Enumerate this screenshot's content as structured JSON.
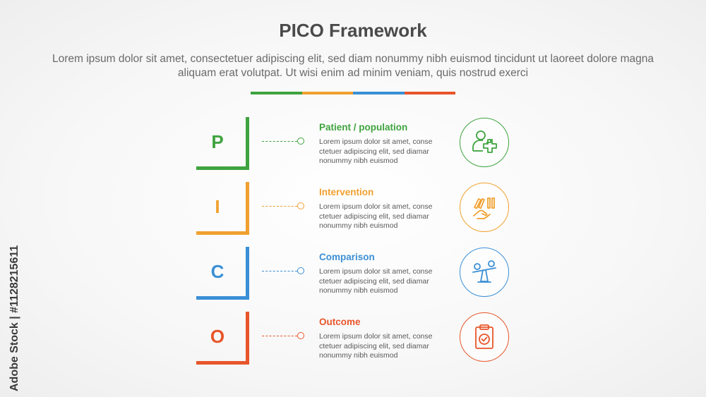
{
  "title": "PICO Framework",
  "subtitle": "Lorem ipsum dolor sit amet, consectetuer adipiscing elit, sed diam nonummy nibh euismod tincidunt ut laoreet dolore magna aliquam erat volutpat. Ut wisi enim ad minim veniam, quis nostrud exerci",
  "accent_colors": [
    "#3fa33f",
    "#f0a030",
    "#3a8fd6",
    "#e8552a"
  ],
  "items": [
    {
      "letter": "P",
      "heading": "Patient / population",
      "description": "Lorem ipsum dolor sit amet, conse ctetuer adipiscing elit, sed diamar nonummy nibh euismod",
      "color": "#3fa33f",
      "icon": "patient-plus-icon"
    },
    {
      "letter": "I",
      "heading": "Intervention",
      "description": "Lorem ipsum dolor sit amet, conse ctetuer adipiscing elit, sed diamar nonummy nibh euismod",
      "color": "#f0a030",
      "icon": "hand-domino-icon"
    },
    {
      "letter": "C",
      "heading": "Comparison",
      "description": "Lorem ipsum dolor sit amet, conse ctetuer adipiscing elit, sed diamar nonummy nibh euismod",
      "color": "#3a8fd6",
      "icon": "balance-seesaw-icon"
    },
    {
      "letter": "O",
      "heading": "Outcome",
      "description": "Lorem ipsum dolor sit amet, conse ctetuer adipiscing elit, sed diamar nonummy nibh euismod",
      "color": "#e8552a",
      "icon": "clipboard-check-icon"
    }
  ],
  "watermark": "Adobe Stock | #1128215611"
}
